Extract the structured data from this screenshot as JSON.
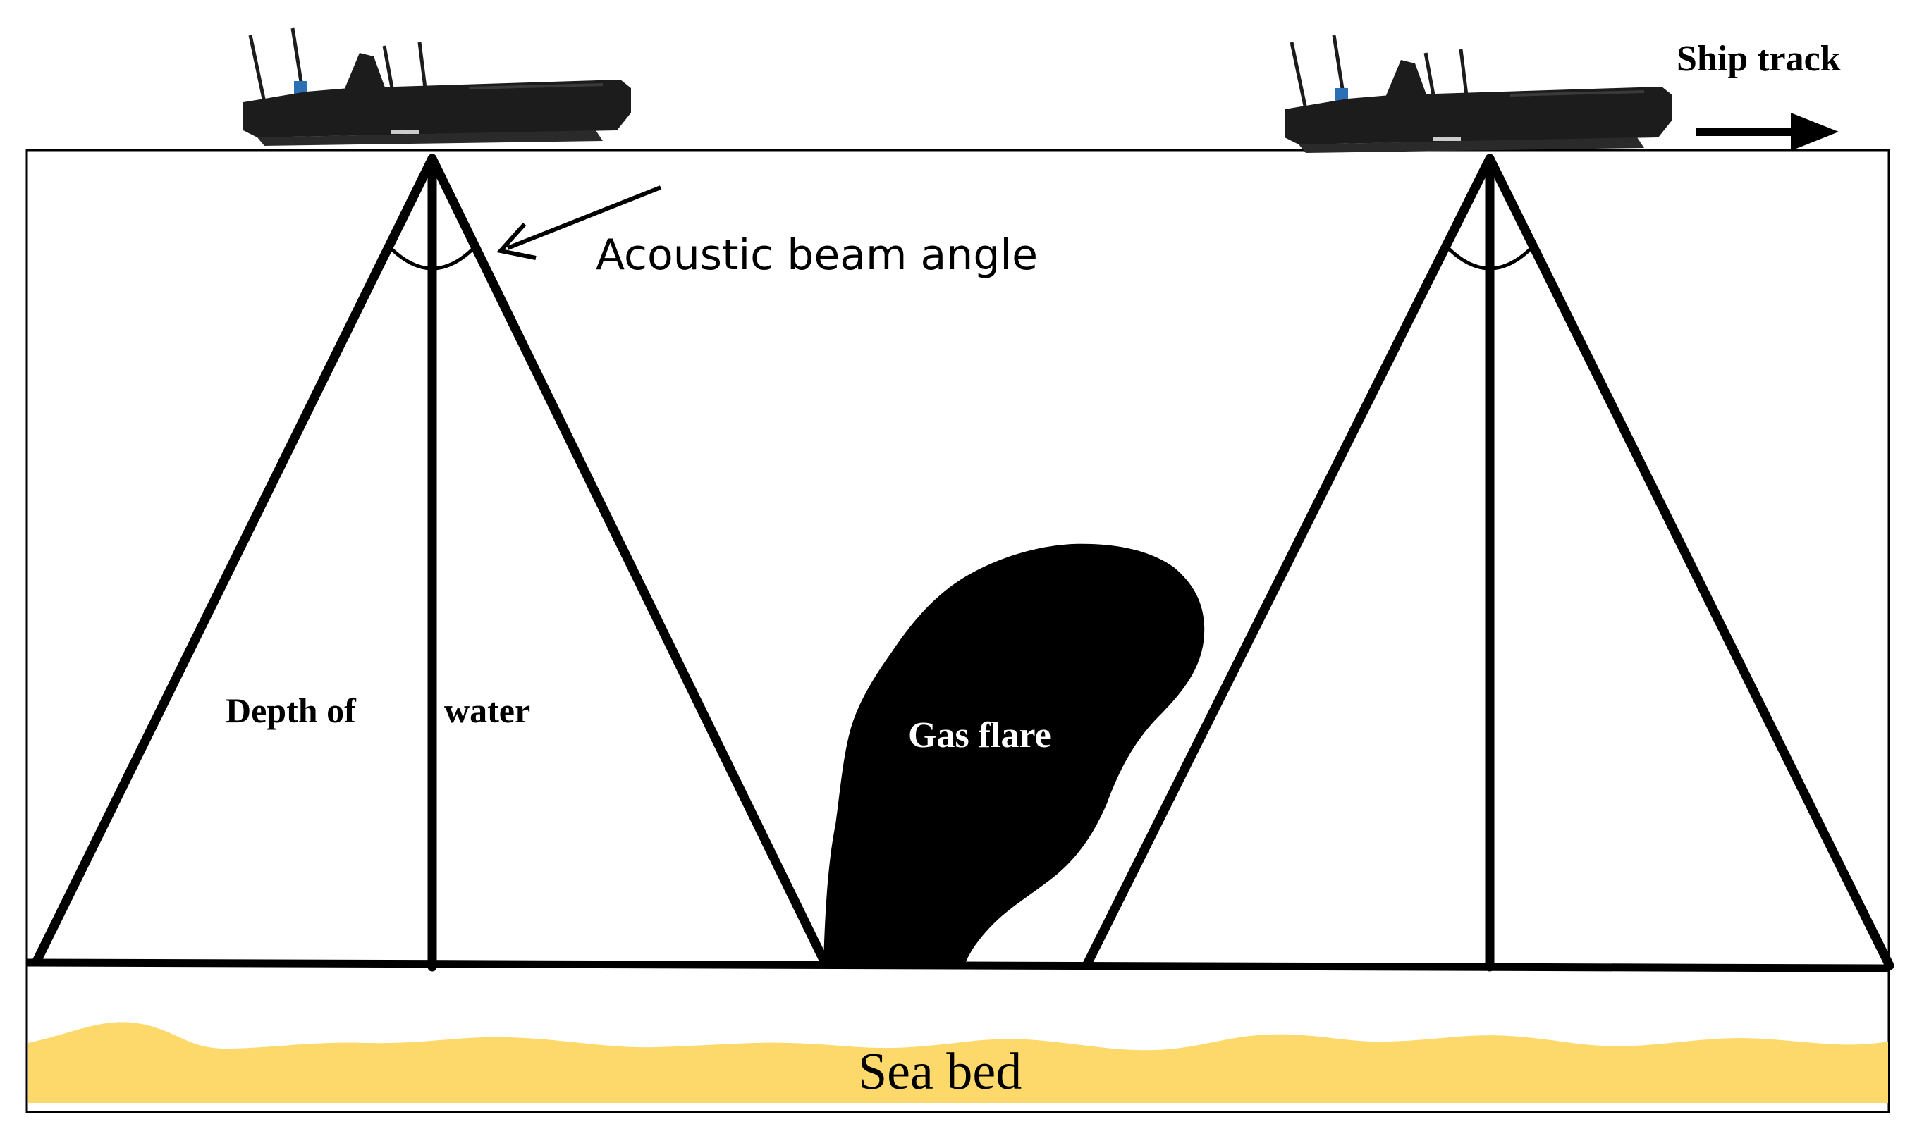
{
  "labels": {
    "ship_track": "Ship track",
    "beam_angle": "Acoustic beam angle",
    "depth_left": "Depth of",
    "depth_right": "water",
    "gas_flare": "Gas flare",
    "sea_bed": "Sea bed"
  },
  "colors": {
    "line": "#000000",
    "sand": "#FCD96A",
    "ship_hull": "#1c1c1c",
    "ship_accent": "#2b6fb5",
    "background": "#ffffff"
  },
  "icons": {
    "ship": "survey-vessel-icon",
    "arrow": "arrow-right-icon"
  }
}
